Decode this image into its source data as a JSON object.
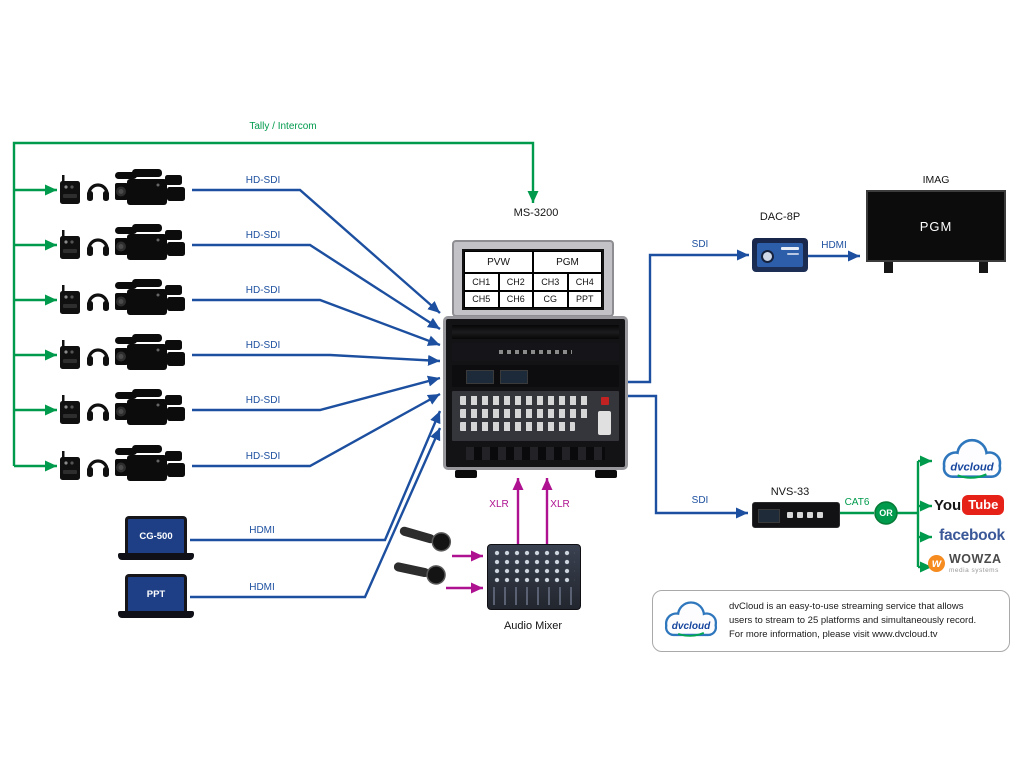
{
  "colors": {
    "line_green": "#009a4c",
    "line_blue": "#1c4f9f",
    "line_magenta": "#ae1290",
    "youtube_red": "#e62117",
    "facebook_blue": "#3b5998",
    "wowza_orange": "#f68b1f",
    "dvcloud_blue": "#17469e"
  },
  "labels": {
    "tally": "Tally / Intercom",
    "hdsdi": "HD-SDI",
    "hdmi": "HDMI",
    "sdi": "SDI",
    "xlr": "XLR",
    "cat6": "CAT6",
    "or": "OR"
  },
  "switcher": {
    "name": "MS-3200",
    "monitor": {
      "headers": [
        "PVW",
        "PGM"
      ],
      "cells": [
        "CH1",
        "CH2",
        "CH3",
        "CH4",
        "CH5",
        "CH6",
        "CG",
        "PPT"
      ]
    }
  },
  "sources": {
    "cg_laptop": "CG-500",
    "ppt_laptop": "PPT"
  },
  "audio": {
    "mixer": "Audio Mixer"
  },
  "output": {
    "dac": "DAC-8P",
    "imag": "IMAG",
    "pgm": "PGM",
    "nvs": "NVS-33"
  },
  "platforms": {
    "dvcloud": "dvcloud",
    "youtube_you": "You",
    "youtube_tube": "Tube",
    "facebook": "facebook",
    "wowza": "WOWZA",
    "wowza_sub": "media systems"
  },
  "callout": {
    "logo": "dvcloud",
    "lines": [
      "dvCloud is an easy-to-use streaming service that allows",
      "users to stream to 25 platforms and simultaneously record.",
      "For more information, please visit www.dvcloud.tv"
    ]
  },
  "icons": {
    "camera": "camcorder-icon",
    "headset": "headset-icon",
    "beltpack": "intercom-beltpack-icon",
    "microphone": "microphone-icon",
    "cloud": "dvcloud-logo",
    "laptop": "laptop-icon"
  }
}
